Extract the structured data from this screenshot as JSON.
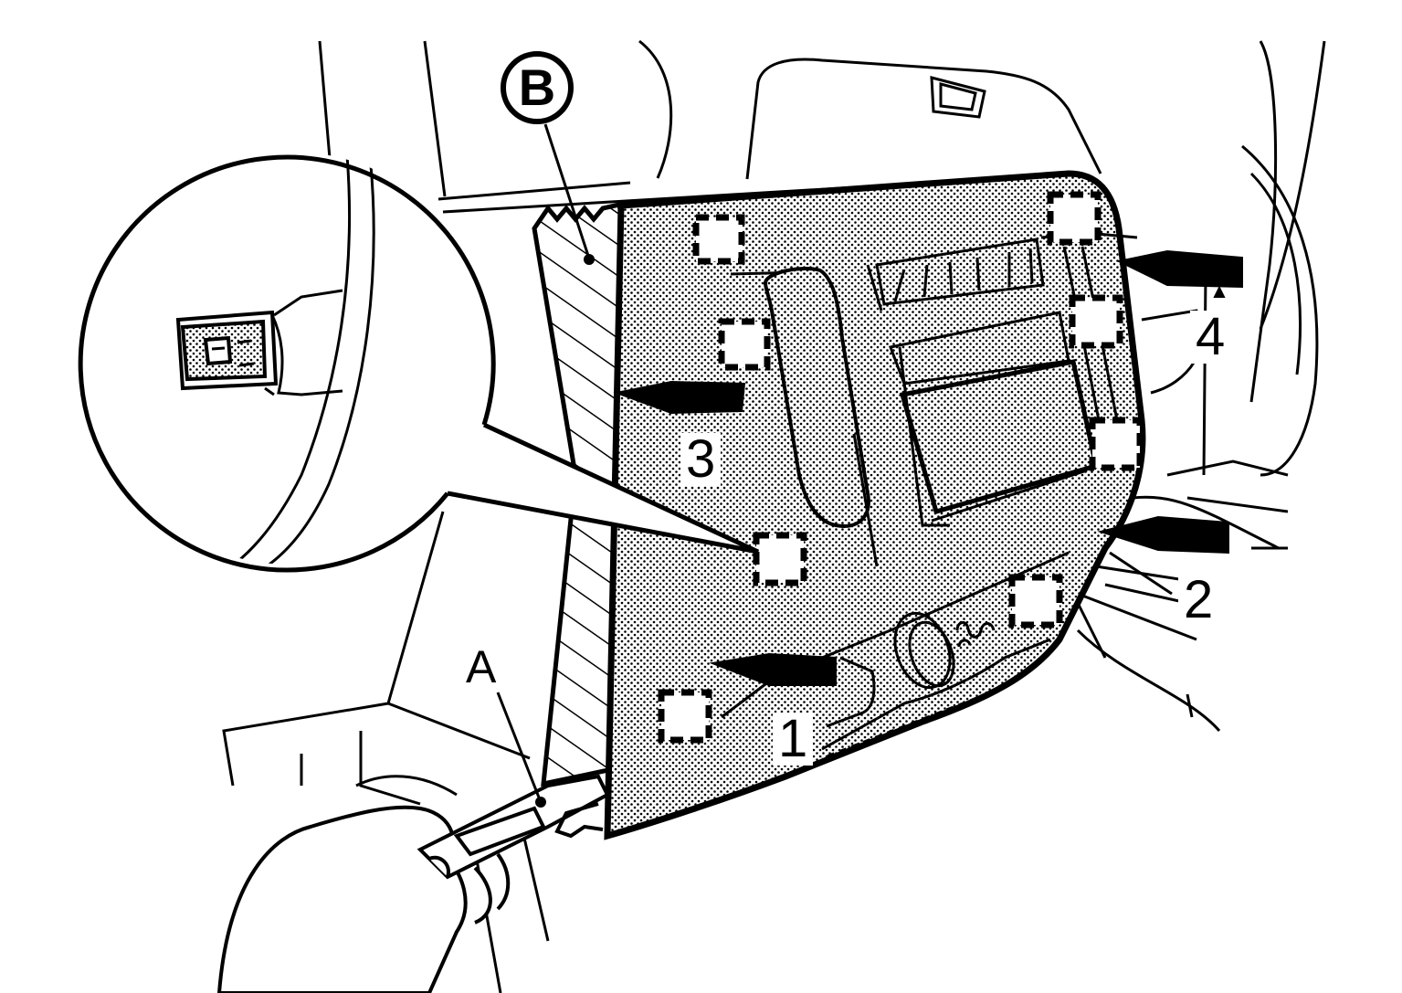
{
  "labels": {
    "b": "B",
    "a": "A",
    "step1": "1",
    "step2": "2",
    "step3": "3",
    "step4": "4"
  },
  "colors": {
    "ink": "#000000",
    "paper": "#ffffff",
    "dot_fill": "#000000"
  },
  "icons": [
    "removal-arrow-icon",
    "clip-location-icon",
    "detail-magnifier-icon",
    "hatched-area-icon"
  ]
}
